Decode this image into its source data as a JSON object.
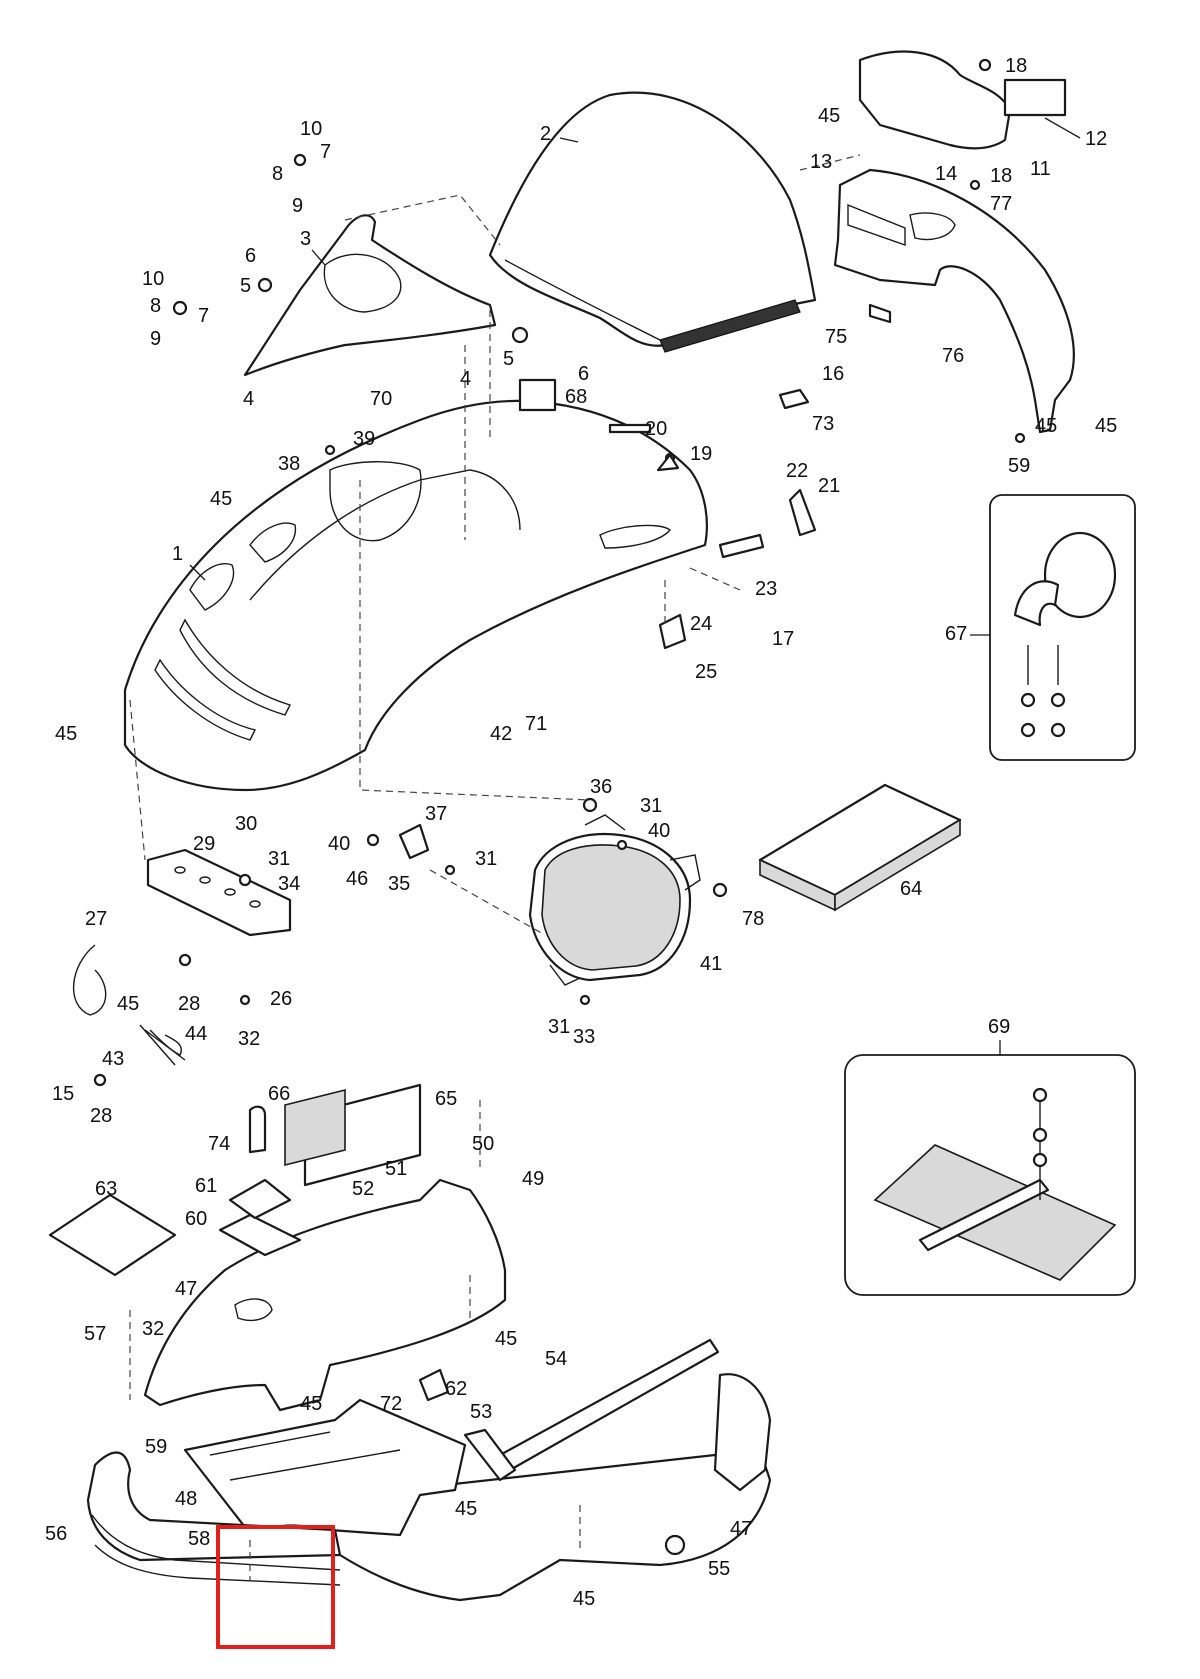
{
  "callouts": {
    "n1": "1",
    "n2": "2",
    "n3": "3",
    "n4a": "4",
    "n4b": "4",
    "n5a": "5",
    "n5b": "5",
    "n6a": "6",
    "n6b": "6",
    "n7a": "7",
    "n7b": "7",
    "n8a": "8",
    "n8b": "8",
    "n9a": "9",
    "n9b": "9",
    "n10a": "10",
    "n10b": "10",
    "n11": "11",
    "n12": "12",
    "n13": "13",
    "n14": "14",
    "n15": "15",
    "n16": "16",
    "n17": "17",
    "n18a": "18",
    "n18b": "18",
    "n19": "19",
    "n20": "20",
    "n21": "21",
    "n22": "22",
    "n23": "23",
    "n24": "24",
    "n25": "25",
    "n26": "26",
    "n27": "27",
    "n28a": "28",
    "n28b": "28",
    "n29": "29",
    "n30": "30",
    "n31a": "31",
    "n31b": "31",
    "n31c": "31",
    "n31d": "31",
    "n32a": "32",
    "n32b": "32",
    "n33": "33",
    "n34": "34",
    "n35": "35",
    "n36": "36",
    "n37": "37",
    "n38": "38",
    "n39": "39",
    "n40a": "40",
    "n40b": "40",
    "n41": "41",
    "n42": "42",
    "n43": "43",
    "n44": "44",
    "n45a": "45",
    "n45b": "45",
    "n45c": "45",
    "n45d": "45",
    "n45e": "45",
    "n45f": "45",
    "n45g": "45",
    "n45h": "45",
    "n45i": "45",
    "n45j": "45",
    "n46": "46",
    "n47a": "47",
    "n47b": "47",
    "n48": "48",
    "n49": "49",
    "n50": "50",
    "n51": "51",
    "n52": "52",
    "n53": "53",
    "n54": "54",
    "n55": "55",
    "n56": "56",
    "n57": "57",
    "n58": "58",
    "n59a": "59",
    "n59b": "59",
    "n60": "60",
    "n61": "61",
    "n62": "62",
    "n63": "63",
    "n64": "64",
    "n65": "65",
    "n66": "66",
    "n67": "67",
    "n68": "68",
    "n69": "69",
    "n70": "70",
    "n71": "71",
    "n72": "72",
    "n73": "73",
    "n74": "74",
    "n75": "75",
    "n76": "76",
    "n77": "77",
    "n78": "78"
  },
  "colors": {
    "line": "#1a1a1a",
    "highlight": "#e0201b",
    "background": "#ffffff"
  }
}
